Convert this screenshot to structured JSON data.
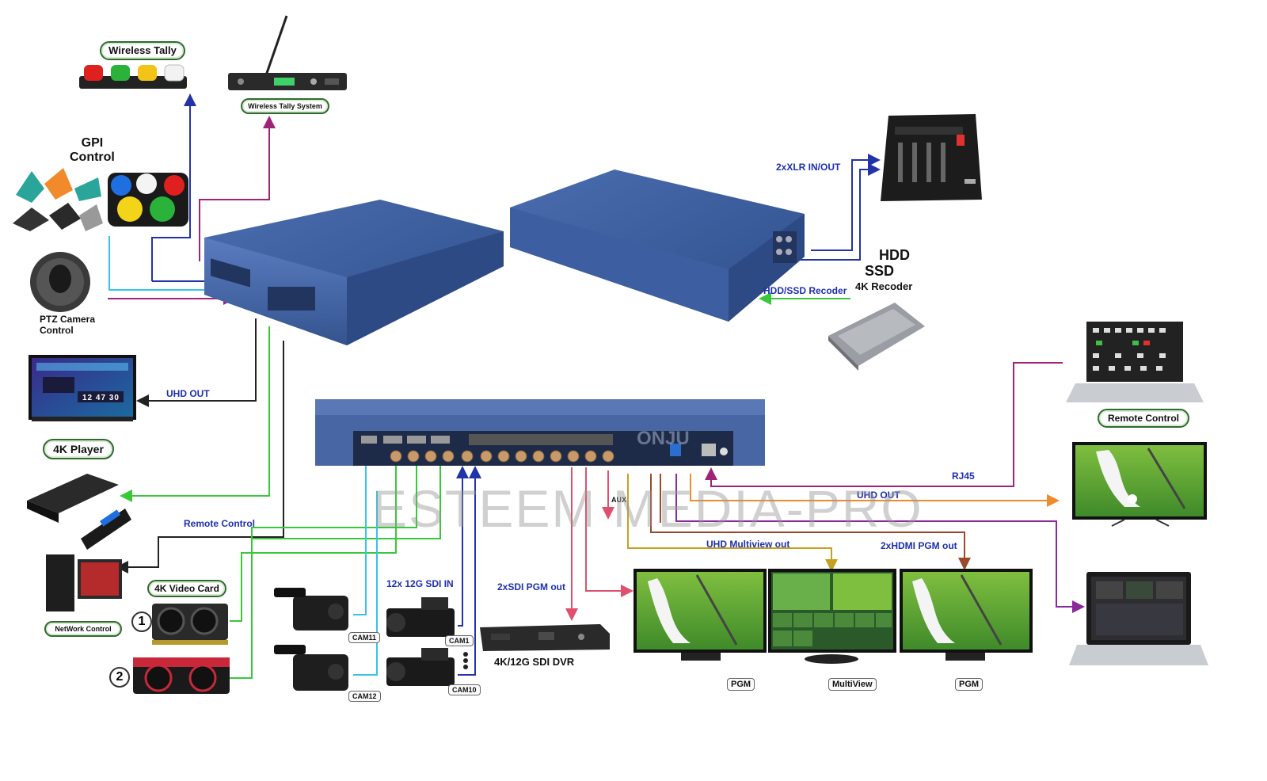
{
  "labels": {
    "wireless_tally": "Wireless Tally",
    "wireless_tally_system": "Wireless Tally System",
    "gpi_control": "GPI\nControl",
    "ptz_camera_control": "PTZ Camera\nControl",
    "uhd_out_left": "UHD OUT",
    "player_4k": "4K Player",
    "remote_control_left": "Remote Control",
    "video_card_4k": "4K Video Card",
    "network_control": "NetWork Control",
    "card_1": "1",
    "card_2": "2",
    "xlr": "2xXLR  IN/OUT",
    "hdd": "HDD",
    "ssd": "SSD",
    "recoder_4k": "4K Recoder",
    "hdd_ssd_recoder": "HDD/SSD Recoder",
    "remote_control_right": "Remote Control",
    "rj45": "RJ45",
    "uhd_out_right": "UHD OUT",
    "aux": "AUX",
    "uhd_multiview_out": "UHD Multiview out",
    "hdmi_pgm_out": "2xHDMI PGM out",
    "sdi_in": "12x 12G SDI IN",
    "sdi_pgm_out": "2xSDI PGM out",
    "sdi_dvr": "4K/12G SDI DVR",
    "pgm_1": "PGM",
    "multiview": "MultiView",
    "pgm_2": "PGM",
    "cam11": "CAM11",
    "cam12": "CAM12",
    "cam1": "CAM1",
    "cam10": "CAM10",
    "watermark": "ESTEEM MEDIA-PRO",
    "panel_brand": "ONJU",
    "clock": "12 47 30"
  },
  "colors": {
    "device_blue": "#3e5f9c",
    "wire_blue": "#2233aa",
    "wire_purple": "#a0237a",
    "wire_cyan": "#39c3e6",
    "wire_green": "#39c83a",
    "wire_black": "#222222",
    "wire_red": "#e0506e",
    "wire_orange": "#f08a2a",
    "wire_brown": "#9a4a2a",
    "wire_gold": "#c8a020",
    "wire_violet": "#8a2a9a",
    "tally_red": "#e0201e",
    "tally_green": "#2ab23a",
    "tally_yellow": "#f2c418",
    "tally_white": "#f2f2f2"
  }
}
